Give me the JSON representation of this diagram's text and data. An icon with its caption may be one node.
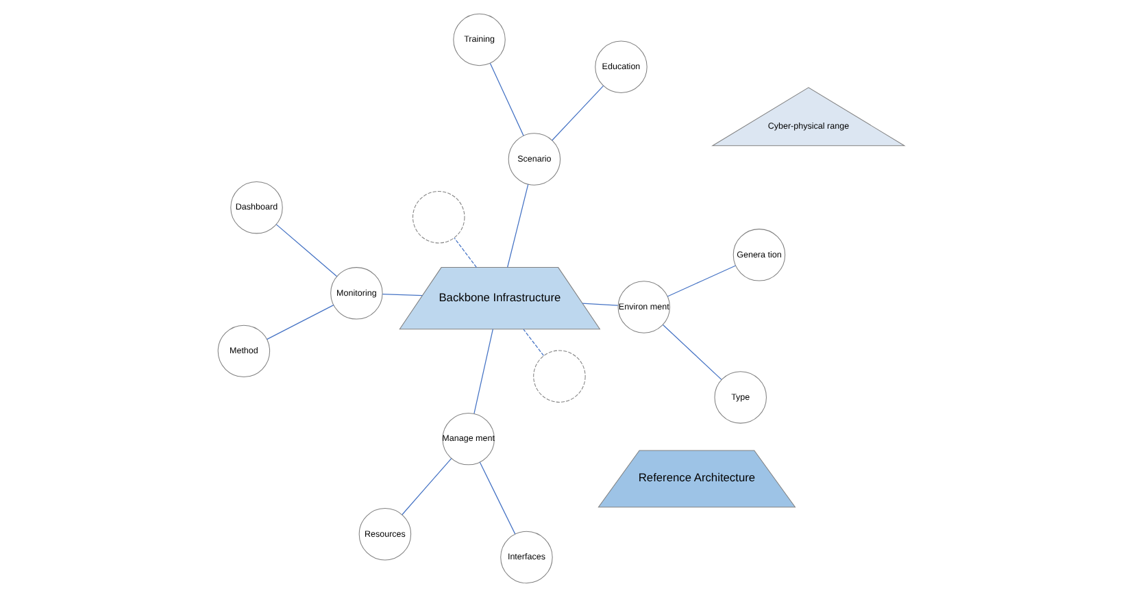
{
  "diagram": {
    "nodes": [
      {
        "text": [
          "Cyber-physical range"
        ]
      },
      {
        "text": [
          "Backbone Infrastructure"
        ]
      },
      {
        "text": [
          "Reference Architecture"
        ]
      },
      {
        "text": [
          "Genera tion"
        ]
      },
      {
        "text": [
          "Type"
        ]
      },
      {
        "text": [
          "Environ ment"
        ]
      },
      {
        "text": [
          "Dashboard"
        ]
      },
      {
        "text": [
          "Monitoring"
        ]
      },
      {
        "text": [
          "Method"
        ]
      },
      {
        "text": [],
        "shape": "circle"
      },
      {
        "text": [
          "Resources"
        ]
      },
      {
        "text": [
          "Interfaces"
        ]
      },
      {
        "text": [
          "Manage ment"
        ]
      },
      {
        "text": [
          "Training"
        ]
      },
      {
        "text": [
          "Scenario"
        ]
      },
      {
        "text": [
          "Education"
        ]
      },
      {
        "text": [],
        "shape": "circle"
      }
    ],
    "edges": [
      {
        "from": 3,
        "to": 5,
        "arrow": "none"
      },
      {
        "from": 4,
        "to": 5,
        "arrow": "none"
      },
      {
        "from": 5,
        "to": 1,
        "arrow": "none"
      },
      {
        "from": 6,
        "to": 7,
        "arrow": "none"
      },
      {
        "from": 8,
        "to": 7,
        "arrow": "none"
      },
      {
        "from": 7,
        "to": 1,
        "arrow": "none"
      },
      {
        "from": 9,
        "to": 1,
        "arrow": "none",
        "style": "dashed"
      },
      {
        "from": 10,
        "to": 12,
        "arrow": "none"
      },
      {
        "from": 11,
        "to": 12,
        "arrow": "none"
      },
      {
        "from": 12,
        "to": 1,
        "arrow": "none"
      },
      {
        "from": 13,
        "to": 14,
        "arrow": "none"
      },
      {
        "from": 15,
        "to": 14,
        "arrow": "none"
      },
      {
        "from": 14,
        "to": 1,
        "arrow": "none"
      },
      {
        "from": 1,
        "to": 16,
        "arrow": "none",
        "style": "dashed"
      }
    ]
  }
}
